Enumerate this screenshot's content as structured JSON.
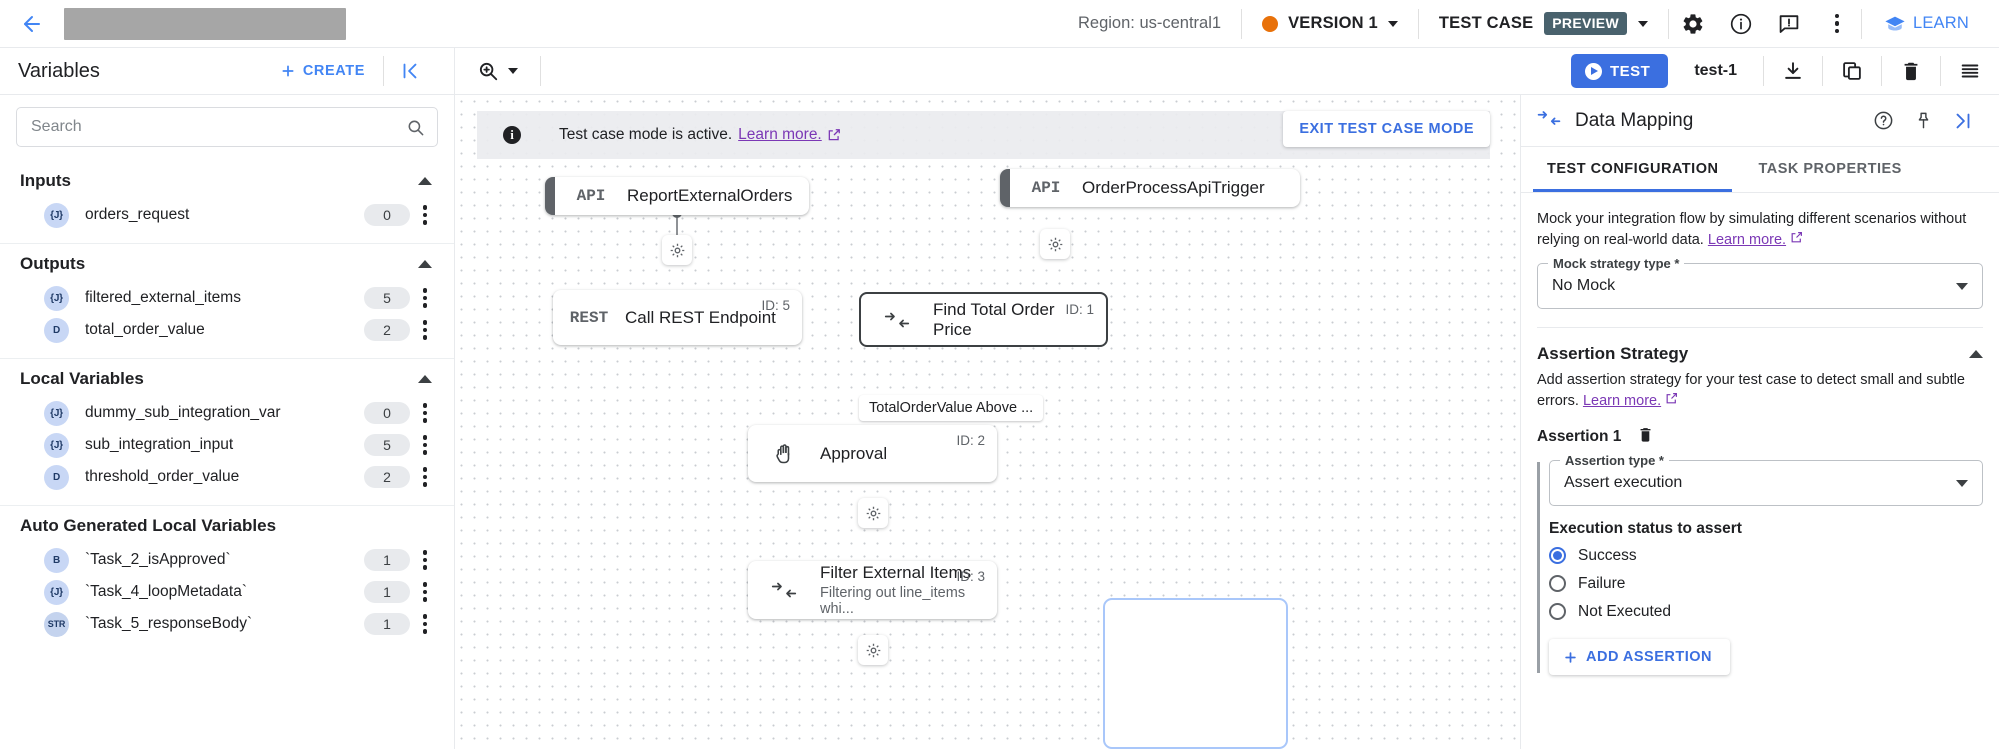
{
  "header": {
    "back_icon": "back-arrow-icon",
    "title_redacted": "",
    "region": "Region: us-central1",
    "version": "VERSION 1",
    "test_case_label": "TEST CASE",
    "preview_badge": "PREVIEW",
    "icons": [
      "gear-icon",
      "info-icon",
      "feedback-icon",
      "more-vert-icon"
    ],
    "learn": "LEARN"
  },
  "toolbar": {
    "variables_title": "Variables",
    "create_label": "CREATE",
    "collapse_icon": "collapse-left-icon",
    "zoom_icon": "zoom-icon",
    "test_label": "TEST",
    "test_name": "test-1",
    "icons": [
      "download-icon",
      "copy-icon",
      "delete-icon",
      "list-icon"
    ]
  },
  "sidebar": {
    "search": {
      "value": "",
      "placeholder": "Search",
      "icon": "search-icon",
      "sort_icon": "sort-icon"
    },
    "sections": [
      {
        "title": "Inputs",
        "items": [
          {
            "type": "{J}",
            "name": "orders_request",
            "count": "0"
          }
        ]
      },
      {
        "title": "Outputs",
        "items": [
          {
            "type": "{J}",
            "name": "filtered_external_items",
            "count": "5"
          },
          {
            "type": "D",
            "name": "total_order_value",
            "count": "2"
          }
        ]
      },
      {
        "title": "Local Variables",
        "items": [
          {
            "type": "{J}",
            "name": "dummy_sub_integration_var",
            "count": "0"
          },
          {
            "type": "{J}",
            "name": "sub_integration_input",
            "count": "5"
          },
          {
            "type": "D",
            "name": "threshold_order_value",
            "count": "2"
          }
        ]
      },
      {
        "title": "Auto Generated Local Variables",
        "items": [
          {
            "type": "B",
            "name": "`Task_2_isApproved`",
            "count": "1"
          },
          {
            "type": "{J}",
            "name": "`Task_4_loopMetadata`",
            "count": "1"
          },
          {
            "type": "STR",
            "name": "`Task_5_responseBody`",
            "count": "1"
          }
        ]
      }
    ]
  },
  "canvas": {
    "banner_text": "Test case mode is active.",
    "banner_link": "Learn more.",
    "exit_button": "EXIT TEST CASE MODE",
    "nodes": [
      {
        "icon": "API",
        "title": "ReportExternalOrders",
        "sub": "",
        "id": ""
      },
      {
        "icon": "API",
        "title": "OrderProcessApiTrigger",
        "sub": "",
        "id": ""
      },
      {
        "icon": "REST",
        "title": "Call REST Endpoint",
        "sub": "",
        "id": "ID: 5"
      },
      {
        "icon": "data-mapping-icon",
        "title": "Find Total Order Price",
        "sub": "",
        "id": "ID: 1"
      },
      {
        "icon": "hand-icon",
        "title": "Approval",
        "sub": "",
        "id": "ID: 2"
      },
      {
        "icon": "data-mapping-icon",
        "title": "Filter External Items",
        "sub": "Filtering out line_items whi...",
        "id": "ID: 3"
      }
    ],
    "edge_label": "TotalOrderValue Above ..."
  },
  "right_panel": {
    "title": "Data Mapping",
    "header_icons": [
      "help-icon",
      "pin-icon",
      "collapse-right-icon"
    ],
    "tabs": [
      {
        "label": "TEST CONFIGURATION",
        "active": true
      },
      {
        "label": "TASK PROPERTIES",
        "active": false
      }
    ],
    "mock_desc": "Mock your integration flow by simulating different scenarios without relying on real-world data.",
    "mock_link": "Learn more.",
    "mock_field_label": "Mock strategy type *",
    "mock_field_value": "No Mock",
    "assertion_section_title": "Assertion Strategy",
    "assertion_desc": "Add assertion strategy for your test case to detect small and subtle errors.",
    "assertion_link": "Learn more.",
    "assertion_item_label": "Assertion 1",
    "assertion_type_label": "Assertion type *",
    "assertion_type_value": "Assert execution",
    "exec_status_label": "Execution status to assert",
    "radios": [
      {
        "label": "Success",
        "selected": true
      },
      {
        "label": "Failure",
        "selected": false
      },
      {
        "label": "Not Executed",
        "selected": false
      }
    ],
    "add_assertion": "ADD ASSERTION"
  },
  "colors": {
    "accent": "#3b6fe0",
    "link": "#7b38b5",
    "version_dot": "#e8710a",
    "preview_chip": "#49626d"
  }
}
